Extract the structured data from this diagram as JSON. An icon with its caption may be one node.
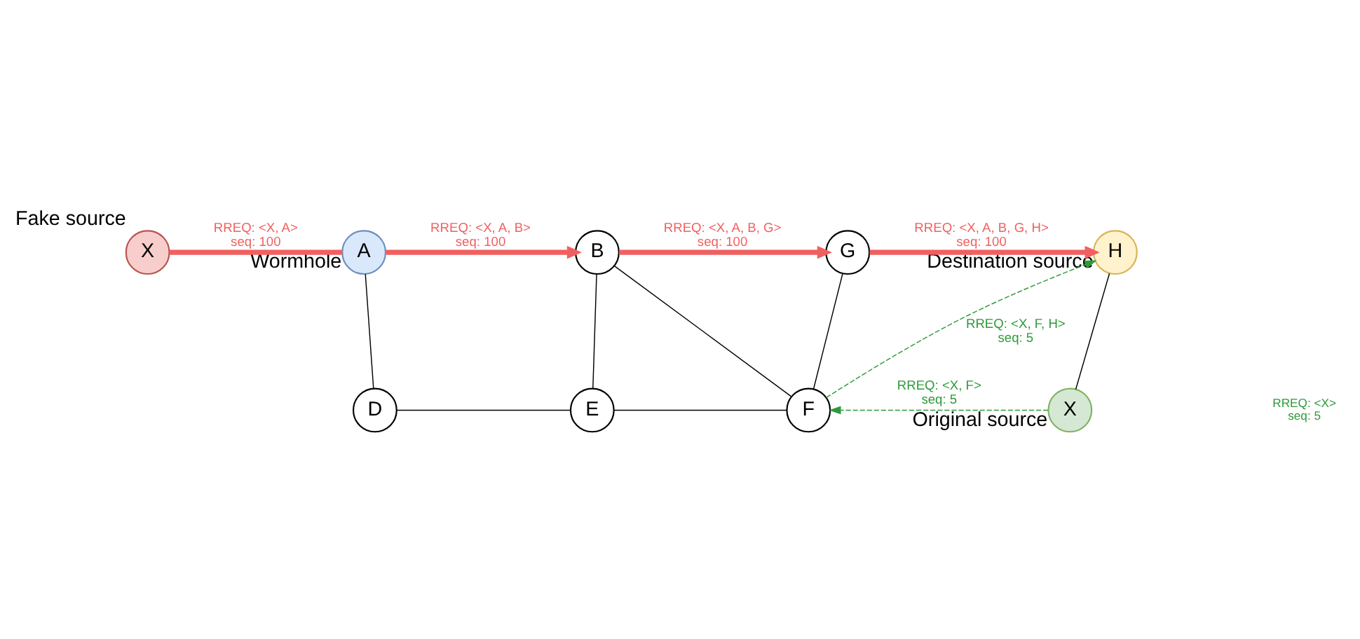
{
  "diagram": {
    "nodes": [
      {
        "text": [
          "X"
        ],
        "beside": [
          "Fake source"
        ]
      },
      {
        "text": [
          "A"
        ],
        "beside": [
          "Wormhole"
        ]
      },
      {
        "text": [
          "B"
        ]
      },
      {
        "text": [
          "G"
        ]
      },
      {
        "text": [
          "H"
        ],
        "beside": [
          "Destination source"
        ]
      },
      {
        "text": [
          "D"
        ]
      },
      {
        "text": [
          "E"
        ]
      },
      {
        "text": [
          "F"
        ]
      },
      {
        "text": [
          "X"
        ],
        "beside": [
          "Original source"
        ]
      }
    ],
    "edges": [
      {
        "from": 0,
        "to": 1,
        "arrow": "none",
        "label": "RREQ: <X, A> seq: 100",
        "style": "thick",
        "color": "#f06060"
      },
      {
        "from": 1,
        "to": 2,
        "arrow": "to",
        "label": "RREQ: <X, A, B> seq: 100",
        "style": "thick",
        "color": "#f06060"
      },
      {
        "from": 2,
        "to": 3,
        "arrow": "to",
        "label": "RREQ: <X, A, B, G> seq: 100",
        "style": "thick",
        "color": "#f06060"
      },
      {
        "from": 3,
        "to": 4,
        "arrow": "to",
        "label": "RREQ: <X, A, B, G, H> seq: 100",
        "style": "thick",
        "color": "#f06060"
      },
      {
        "from": 1,
        "to": 5,
        "arrow": "none"
      },
      {
        "from": 2,
        "to": 6,
        "arrow": "none"
      },
      {
        "from": 2,
        "to": 7,
        "arrow": "none"
      },
      {
        "from": 3,
        "to": 7,
        "arrow": "none"
      },
      {
        "from": 5,
        "to": 6,
        "arrow": "none"
      },
      {
        "from": 6,
        "to": 7,
        "arrow": "none"
      },
      {
        "from": 7,
        "to": 4,
        "arrow": "to",
        "label": "RREQ: <X, F, H> seq: 5",
        "style": "dashed",
        "color": "#2e9a3a"
      },
      {
        "from": 8,
        "to": 7,
        "arrow": "to",
        "label": "RREQ: <X, F> seq: 5",
        "style": "dashed",
        "color": "#2e9a3a"
      },
      {
        "from": 8,
        "to": 4,
        "arrow": "none"
      }
    ],
    "labels": [
      "RREQ: <X> seq: 5"
    ]
  }
}
